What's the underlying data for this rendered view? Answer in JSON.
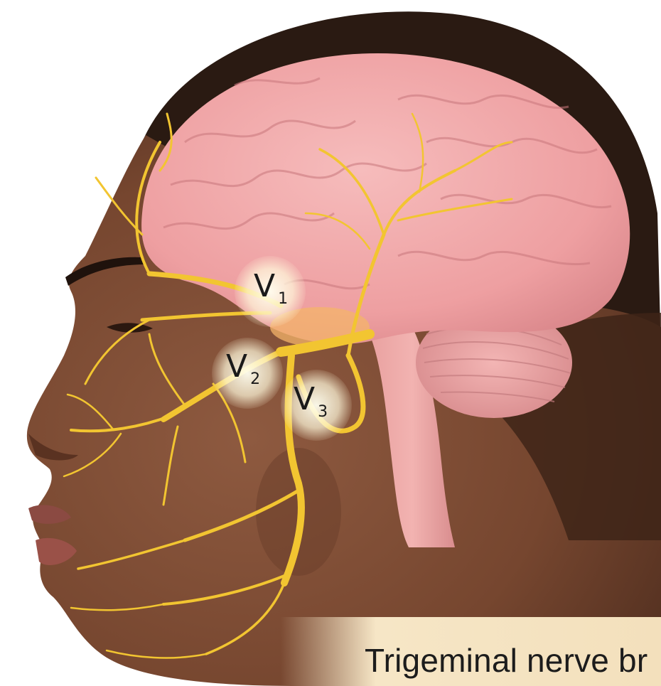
{
  "labels": {
    "v1": {
      "letter": "V",
      "index": "1"
    },
    "v2": {
      "letter": "V",
      "index": "2"
    },
    "v3": {
      "letter": "V",
      "index": "3"
    }
  },
  "caption": "Trigeminal nerve br",
  "colors": {
    "skin": "#7a4a34",
    "hair": "#2a1a12",
    "brain": "#f0a7a8",
    "cerebellum": "#e99fa0",
    "nerve": "#f2c531",
    "caption_band": "#f3e0bc"
  }
}
